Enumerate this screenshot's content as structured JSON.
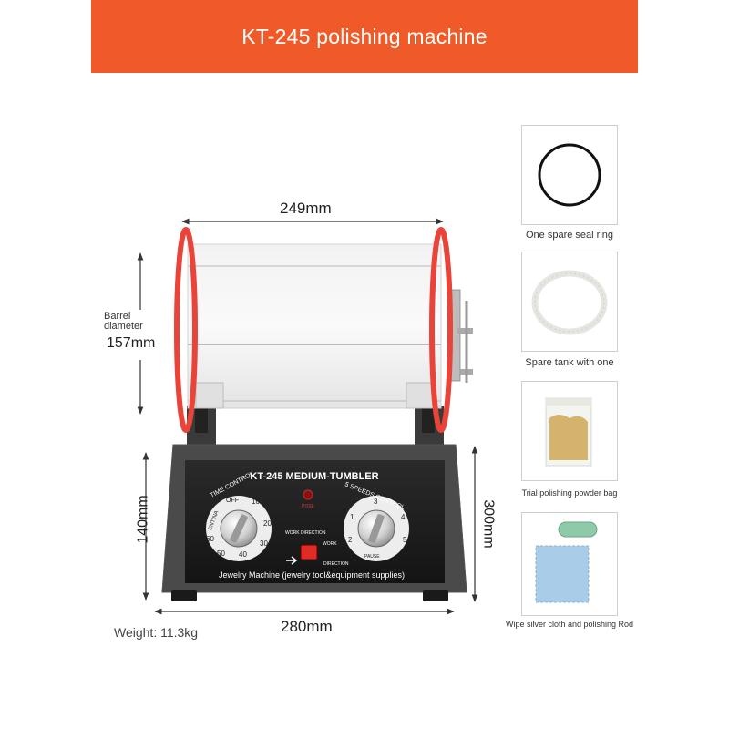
{
  "banner": {
    "title": "KT-245 polishing machine",
    "color": "#f05a28"
  },
  "dimensions": {
    "width": "249mm",
    "barrel_label_1": "Barrel",
    "barrel_label_2": "diameter",
    "barrel_value": "157mm",
    "height_base": "140mm",
    "height_total": "300mm",
    "base_width": "280mm",
    "weight": "Weight: 11.3kg"
  },
  "machine": {
    "model_title": "KT-245 MEDIUM-TUMBLER",
    "time_control": "TIME CONTROL",
    "speeds_control": "5 SPEEDS CONTROL",
    "entina": "ENTINA",
    "off": "OFF",
    "time_marks": [
      "10",
      "20",
      "30",
      "40",
      "50",
      "60"
    ],
    "speed_marks": [
      "1",
      "2",
      "3",
      "4",
      "5"
    ],
    "pause": "PAUSE",
    "pose": "POSE",
    "work_direction": "WORK DIRECTION",
    "work": "WORK",
    "direction": "DIRECTION",
    "footer": "Jewelry Machine (jewelry tool&equipment supplies)"
  },
  "accessories": [
    {
      "label": "One spare seal ring",
      "icon": "seal-ring-icon"
    },
    {
      "label": "Spare tank with one",
      "icon": "spare-belt-icon"
    },
    {
      "label": "Trial polishing powder bag",
      "icon": "powder-bag-icon"
    },
    {
      "label": "Wipe silver cloth and polishing Rod",
      "icon": "cloth-rod-icon"
    }
  ]
}
